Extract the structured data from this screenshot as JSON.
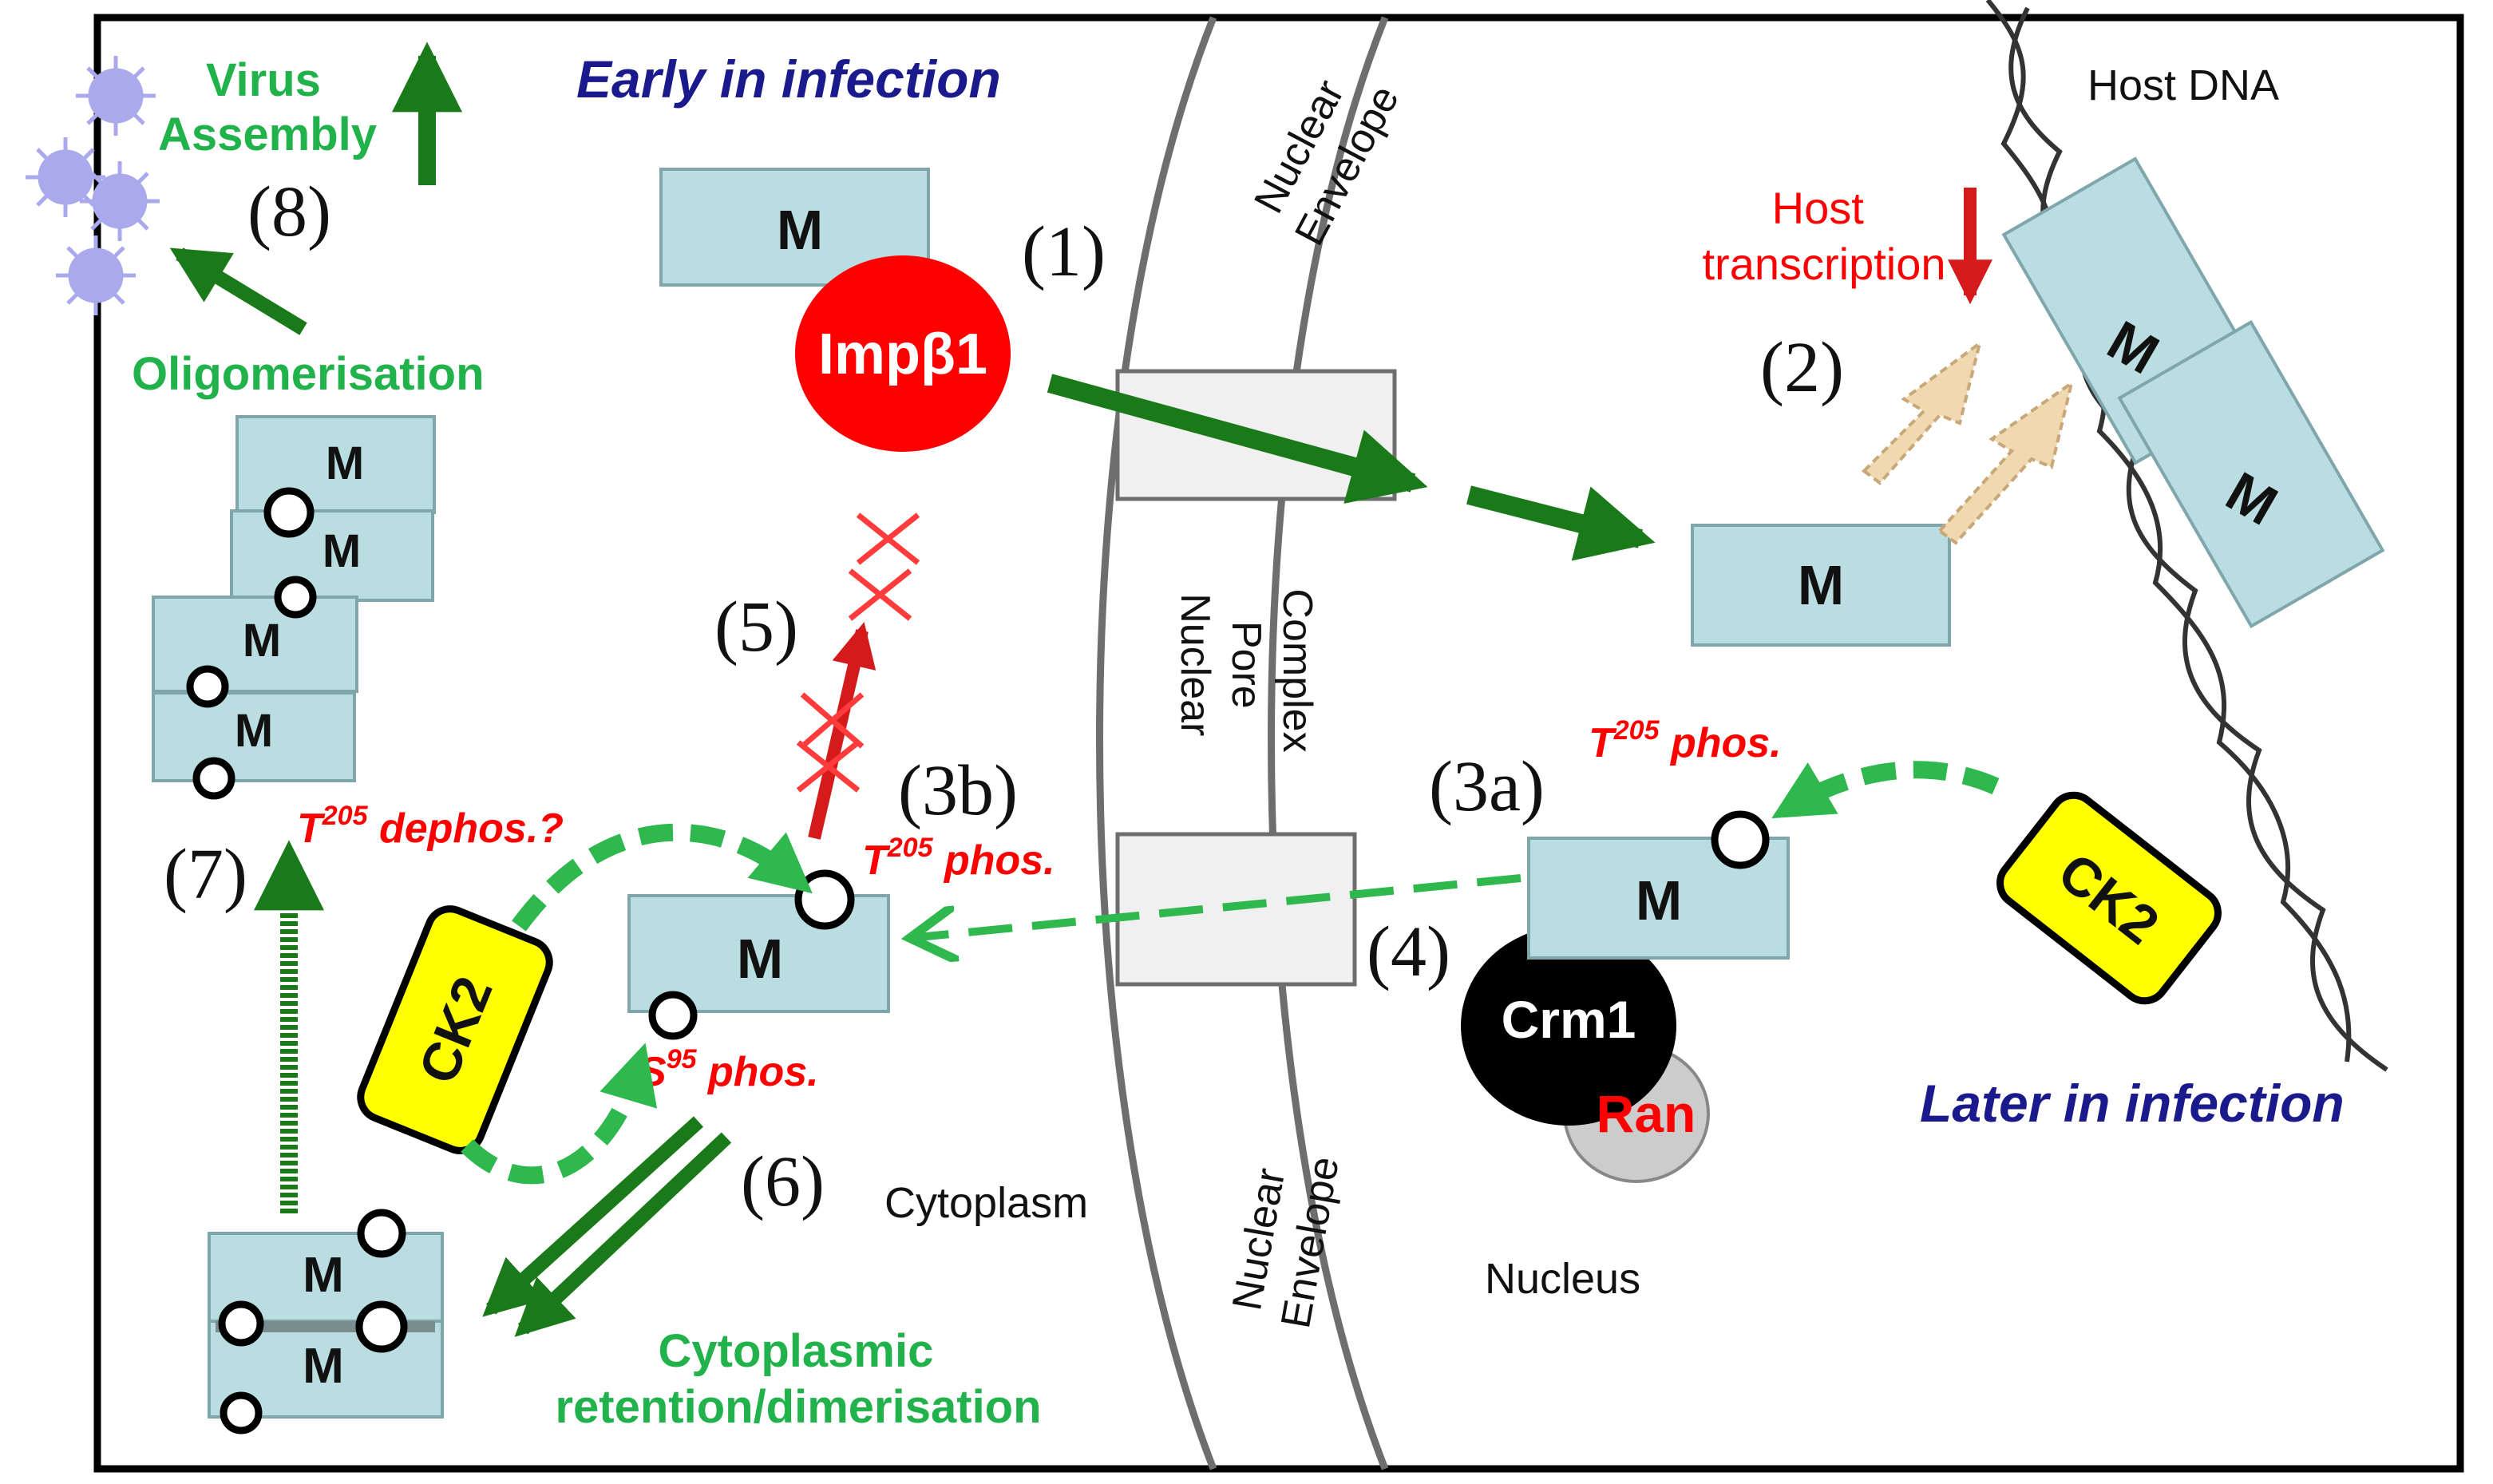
{
  "headings": {
    "early": "Early in infection",
    "later": "Later in infection"
  },
  "locations": {
    "cytoplasm": "Cytoplasm",
    "nucleus": "Nucleus",
    "host_dna": "Host DNA",
    "nuclear_envelope_line1": "Nuclear",
    "nuclear_envelope_line2": "Envelope",
    "npc_line1": "Nuclear",
    "npc_line2": "Pore",
    "npc_line3": "Complex"
  },
  "proteins": {
    "m": "M",
    "importin": "Impβ1",
    "ck2": "CK2",
    "crm1": "Crm1",
    "ran": "Ran"
  },
  "steps": {
    "s1": "(1)",
    "s2": "(2)",
    "s3a": "(3a)",
    "s3b": "(3b)",
    "s4": "(4)",
    "s5": "(5)",
    "s6": "(6)",
    "s7": "(7)",
    "s8": "(8)"
  },
  "annotations": {
    "host_transcription_line1": "Host",
    "host_transcription_line2": "transcription",
    "virus_assembly_line1": "Virus",
    "virus_assembly_line2": "Assembly",
    "oligomerisation": "Oligomerisation",
    "retention_line1": "Cytoplasmic",
    "retention_line2": "retention/dimerisation",
    "t205_phos_nuc": "T205 phos.",
    "t205_phos_cyto": "T205 phos.",
    "s95_phos": "S95 phos.",
    "t205_dephos": "T205 dephos.?"
  },
  "colors": {
    "green_text": "#22b24c",
    "red_text": "#ff0000",
    "navy_text": "#1a1a8c",
    "dark_green_arrow": "#1a7a1a",
    "dashed_green": "#2eb84e",
    "m_box": "#b9dde0",
    "ck2_fill": "#ffff00",
    "importin_fill": "#ff0000",
    "crm1_fill": "#000000",
    "ran_fill": "#cccccc"
  }
}
